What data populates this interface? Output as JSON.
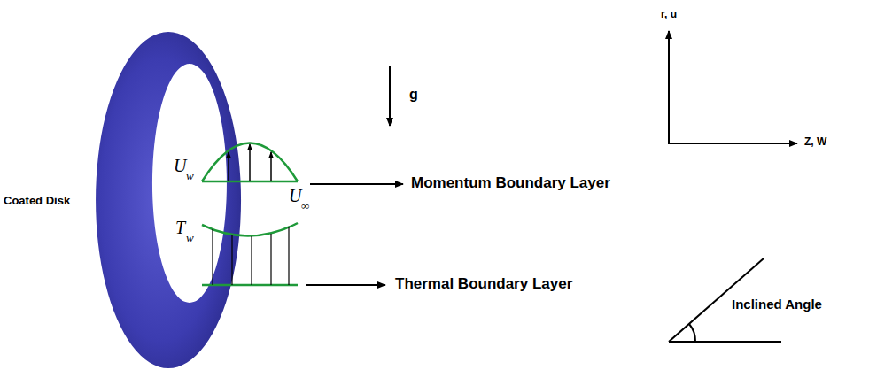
{
  "diagram": {
    "labels": [
      "Coated Disk",
      "U⃛",
      "w",
      "U⃛",
      "∞",
      "T⃛",
      "w",
      "g",
      "Momentum Boundary Layer",
      "Thermal Boundary Layer",
      "r, u",
      "Z, W",
      "Inclined Angle"
    ]
  }
}
